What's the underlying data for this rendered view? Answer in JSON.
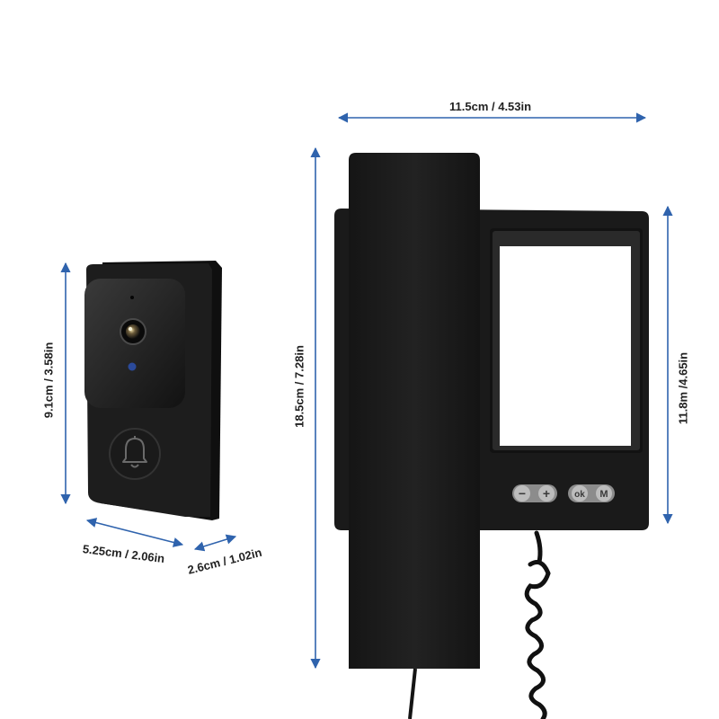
{
  "doorbell": {
    "height_label": "9.1cm / 3.58in",
    "width_label": "5.25cm / 2.06in",
    "depth_label": "2.6cm / 1.02in"
  },
  "monitor": {
    "width_label": "11.5cm / 4.53in",
    "total_height_label": "18.5cm / 7.28in",
    "screen_height_label": "11.8m /4.65in",
    "buttons": {
      "minus": "−",
      "plus": "+",
      "ok": "ok",
      "menu": "M"
    }
  },
  "colors": {
    "dimension_arrow": "#2f63ad",
    "device_body": "#1b1b1b",
    "screen": "#ffffff"
  }
}
